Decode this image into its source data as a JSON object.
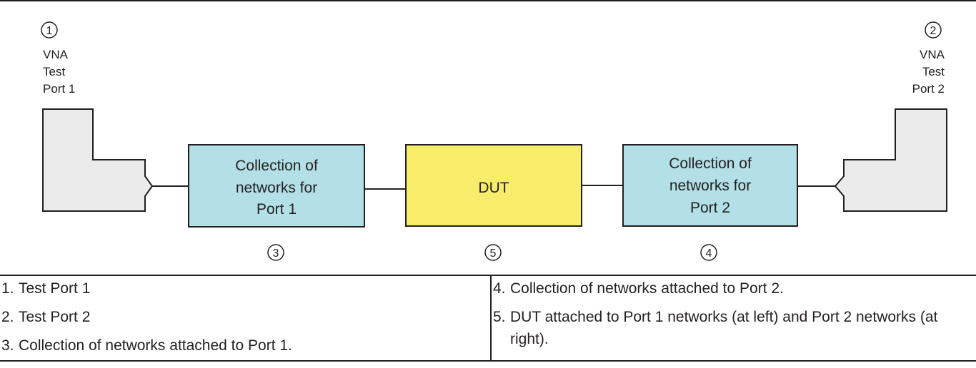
{
  "diagram": {
    "port1": {
      "callout": "1",
      "label_lines": [
        "VNA",
        "Test",
        "Port 1"
      ]
    },
    "port2": {
      "callout": "2",
      "label_lines": [
        "VNA",
        "Test",
        "Port 2"
      ]
    },
    "network_port1": {
      "callout": "3",
      "label_lines": [
        "Collection of",
        "networks for",
        "Port 1"
      ]
    },
    "dut": {
      "callout": "5",
      "label_lines": [
        "DUT"
      ]
    },
    "network_port2": {
      "callout": "4",
      "label_lines": [
        "Collection of",
        "networks for",
        "Port 2"
      ]
    },
    "colors": {
      "port_fill": "#ebebeb",
      "network_fill": "#b2e0e6",
      "dut_fill": "#f8ed6a",
      "stroke": "#231f20"
    }
  },
  "legend": {
    "items": [
      {
        "num": "1.",
        "text": "Test Port 1"
      },
      {
        "num": "2.",
        "text": "Test Port 2"
      },
      {
        "num": "3.",
        "text": "Collection of networks attached to Port 1."
      },
      {
        "num": "4.",
        "text": "Collection of networks attached to Port 2."
      },
      {
        "num": "5.",
        "text": "DUT attached to Port 1 networks (at left) and Port 2 networks (at right)."
      }
    ]
  }
}
